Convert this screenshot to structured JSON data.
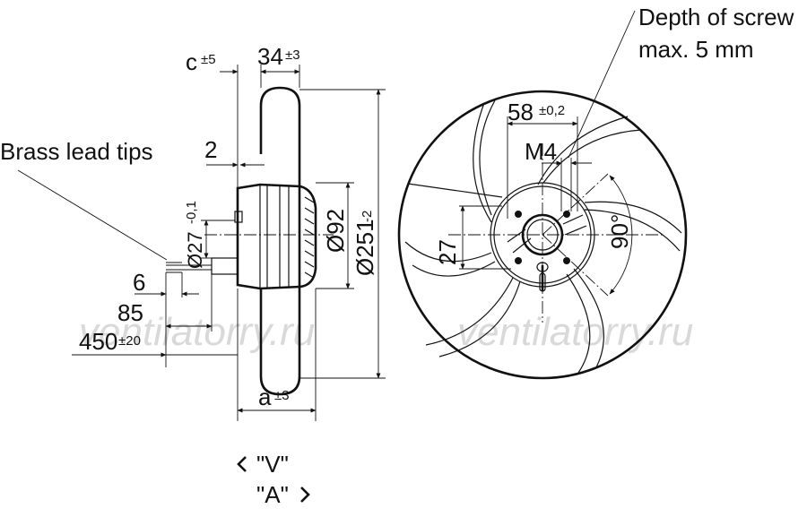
{
  "watermark": "ventilatorry.ru",
  "side_view": {
    "dim_c": "c",
    "dim_c_tol": "±5",
    "dim_34": "34",
    "dim_34_tol": "±3",
    "dim_2": "2",
    "dim_27": "Ø27",
    "dim_27_tol": "-0,1",
    "dim_92": "Ø92",
    "dim_251": "Ø251",
    "dim_251_tol": "-2",
    "dim_a": "a",
    "dim_a_tol": "±3",
    "dim_6": "6",
    "dim_85": "85",
    "dim_450": "450",
    "dim_450_tol": "±20",
    "brass_label": "Brass lead tips"
  },
  "front_view": {
    "screw_note_line1": "Depth of screw",
    "screw_note_line2": "max. 5 mm",
    "dim_58": "58",
    "dim_58_tol": "±0,2",
    "dim_m4": "M4",
    "dim_27": "27",
    "dim_90": "90°"
  },
  "rotation": {
    "v_label": "\"V\"",
    "a_label": "\"A\""
  }
}
